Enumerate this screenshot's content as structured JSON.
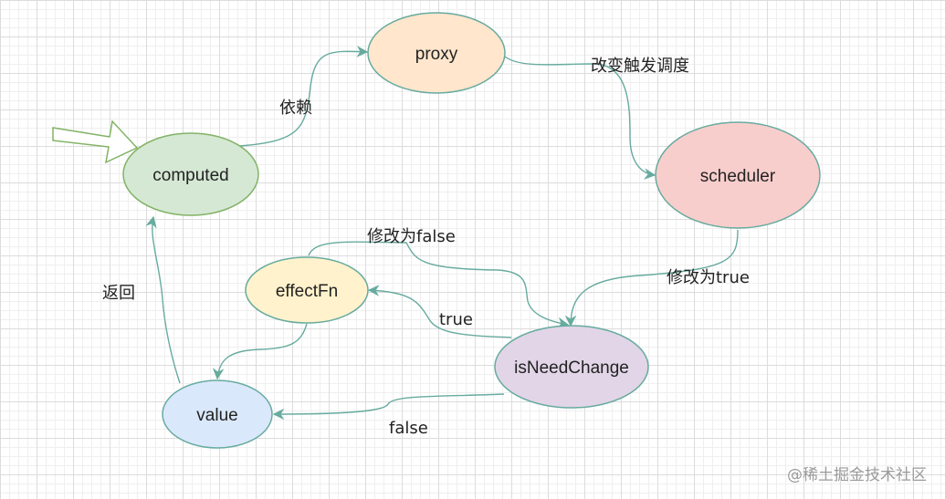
{
  "nodes": {
    "computed": {
      "label": "computed",
      "fill": "#d5e8d4",
      "stroke": "#82b366"
    },
    "proxy": {
      "label": "proxy",
      "fill": "#ffe6cc",
      "stroke": "#67ab9f"
    },
    "scheduler": {
      "label": "scheduler",
      "fill": "#f8cecc",
      "stroke": "#67ab9f"
    },
    "effectFn": {
      "label": "effectFn",
      "fill": "#fff2cc",
      "stroke": "#67ab9f"
    },
    "isNeedChange": {
      "label": "isNeedChange",
      "fill": "#e1d5e7",
      "stroke": "#67ab9f"
    },
    "value": {
      "label": "value",
      "fill": "#dae8fc",
      "stroke": "#67ab9f"
    }
  },
  "edges": {
    "computed_proxy": "依赖",
    "proxy_scheduler": "改变触发调度",
    "scheduler_isneedchange": "修改为true",
    "effectfn_isneedchange": "修改为false",
    "isneedchange_effectfn": "true",
    "isneedchange_value": "false",
    "value_computed": "返回"
  },
  "watermark": "@稀土掘金技术社区",
  "colors": {
    "edge": "#67ab9f",
    "entry_arrow": "#82b366"
  }
}
